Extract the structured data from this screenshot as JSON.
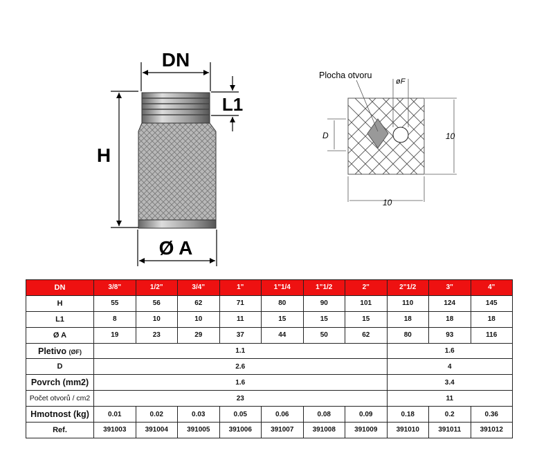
{
  "drawing": {
    "dn_label": "DN",
    "h_label": "H",
    "l1_label": "L1",
    "a_label": "Ø A",
    "hole_area_label": "Plocha otvoru",
    "f_label": "øF",
    "d_label": "D",
    "width_label": "10",
    "height_label": "10"
  },
  "table": {
    "header": [
      "DN",
      "3/8\"",
      "1/2\"",
      "3/4\"",
      "1\"",
      "1\"1/4",
      "1\"1/2",
      "2\"",
      "2\"1/2",
      "3\"",
      "4\""
    ],
    "rows": {
      "h": [
        "H",
        "55",
        "56",
        "62",
        "71",
        "80",
        "90",
        "101",
        "110",
        "124",
        "145"
      ],
      "l1": [
        "L1",
        "8",
        "10",
        "10",
        "11",
        "15",
        "15",
        "15",
        "18",
        "18",
        "18"
      ],
      "a": [
        "Ø A",
        "19",
        "23",
        "29",
        "37",
        "44",
        "50",
        "62",
        "80",
        "93",
        "116"
      ],
      "hmotnost": [
        "Hmotnost (kg)",
        "0.01",
        "0.02",
        "0.03",
        "0.05",
        "0.06",
        "0.08",
        "0.09",
        "0.18",
        "0.2",
        "0.36"
      ],
      "ref": [
        "Ref.",
        "391003",
        "391004",
        "391005",
        "391006",
        "391007",
        "391008",
        "391009",
        "391010",
        "391011",
        "391012"
      ]
    },
    "merged": {
      "pletivo": {
        "label": "Pletivo",
        "label_suffix": "(ØF)",
        "small": "1.1",
        "large": "1.6"
      },
      "d": {
        "label": "D",
        "small": "2.6",
        "large": "4"
      },
      "povrch": {
        "label": "Povrch (mm2)",
        "small": "1.6",
        "large": "3.4"
      },
      "pocet": {
        "label": "Počet otvorů / cm2",
        "small": "23",
        "large": "11"
      }
    }
  }
}
